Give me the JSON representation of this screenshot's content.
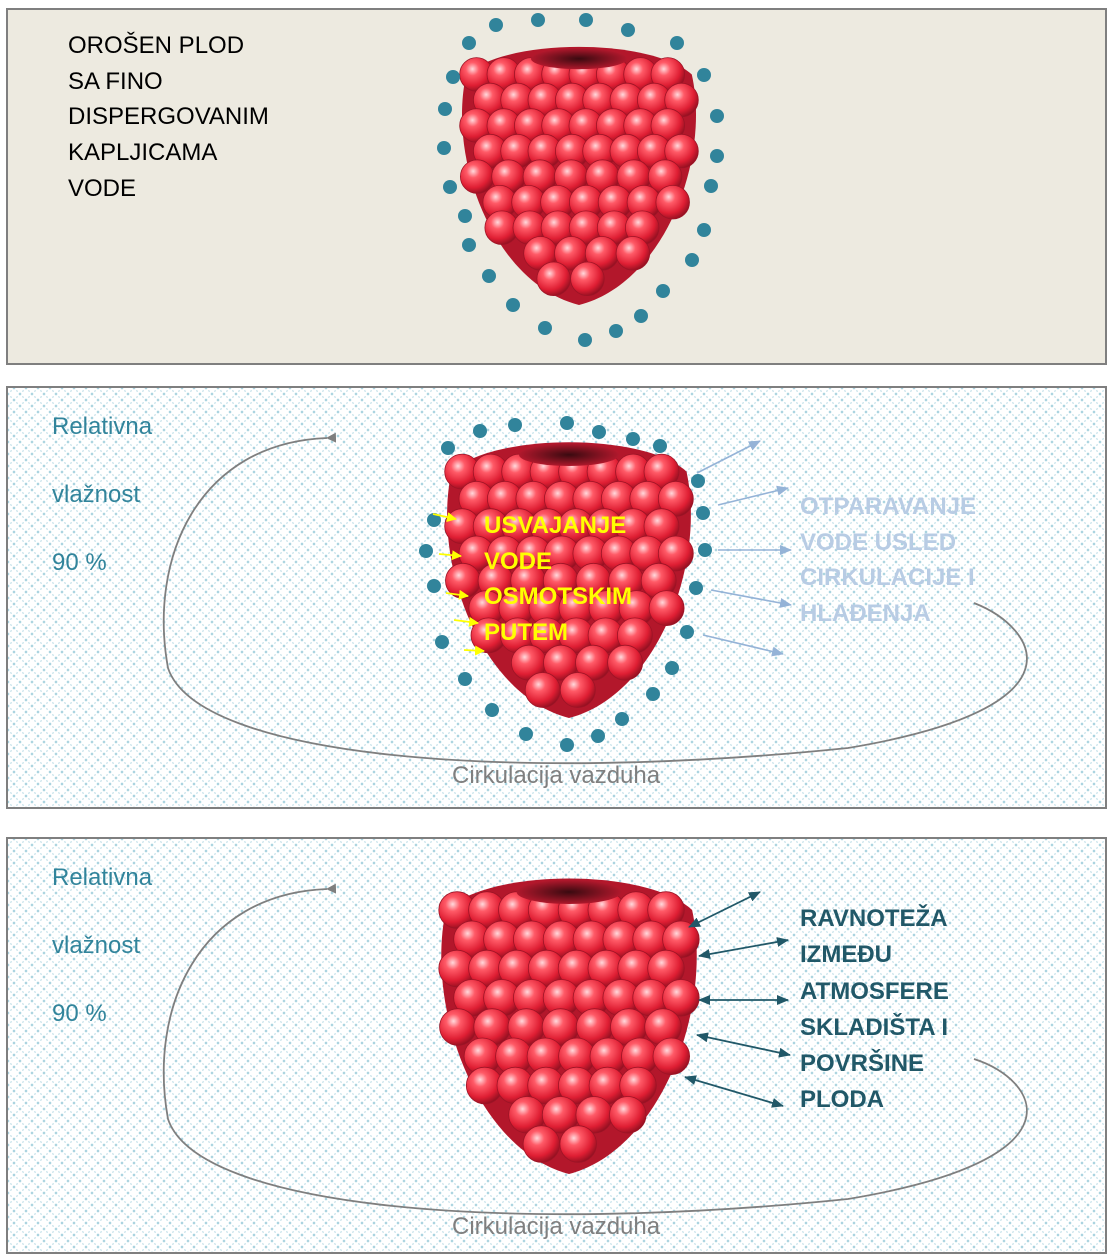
{
  "panel1": {
    "caption_lines": [
      "OROŠEN PLOD",
      "SA FINO",
      "DISPERGOVANIM",
      "KAPLJICAMA",
      "VODE"
    ]
  },
  "panel2": {
    "humidity": {
      "line1": "Relativna",
      "line2": "vlažnost",
      "line3": "90 %"
    },
    "absorption_lines": [
      "USVAJANJE",
      "VODE",
      "OSMOTSKIM",
      "PUTEM"
    ],
    "evaporation_lines": [
      "OTPARAVANJE",
      "VODE USLED",
      "CIRKULACIJE I",
      "HLAĐENJA"
    ],
    "circulation_label": "Cirkulacija vazduha"
  },
  "panel3": {
    "humidity": {
      "line1": "Relativna",
      "line2": "vlažnost",
      "line3": "90 %"
    },
    "equilibrium_lines": [
      "RAVNOTEŽA",
      "IZMEĐU",
      "ATMOSFERE",
      "SKLADIŠTA I",
      "POVRŠINE",
      "PLODA"
    ],
    "circulation_label": "Cirkulacija vazduha"
  },
  "colors": {
    "panel1_bg": "#edeae0",
    "droplet": "#31849b",
    "humidity_text": "#31849b",
    "absorption_text": "#ffff00",
    "evaporation_text": "#b8cce4",
    "equilibrium_text": "#215868",
    "circulation": "#7f7f7f",
    "berry": "#e8303f"
  }
}
